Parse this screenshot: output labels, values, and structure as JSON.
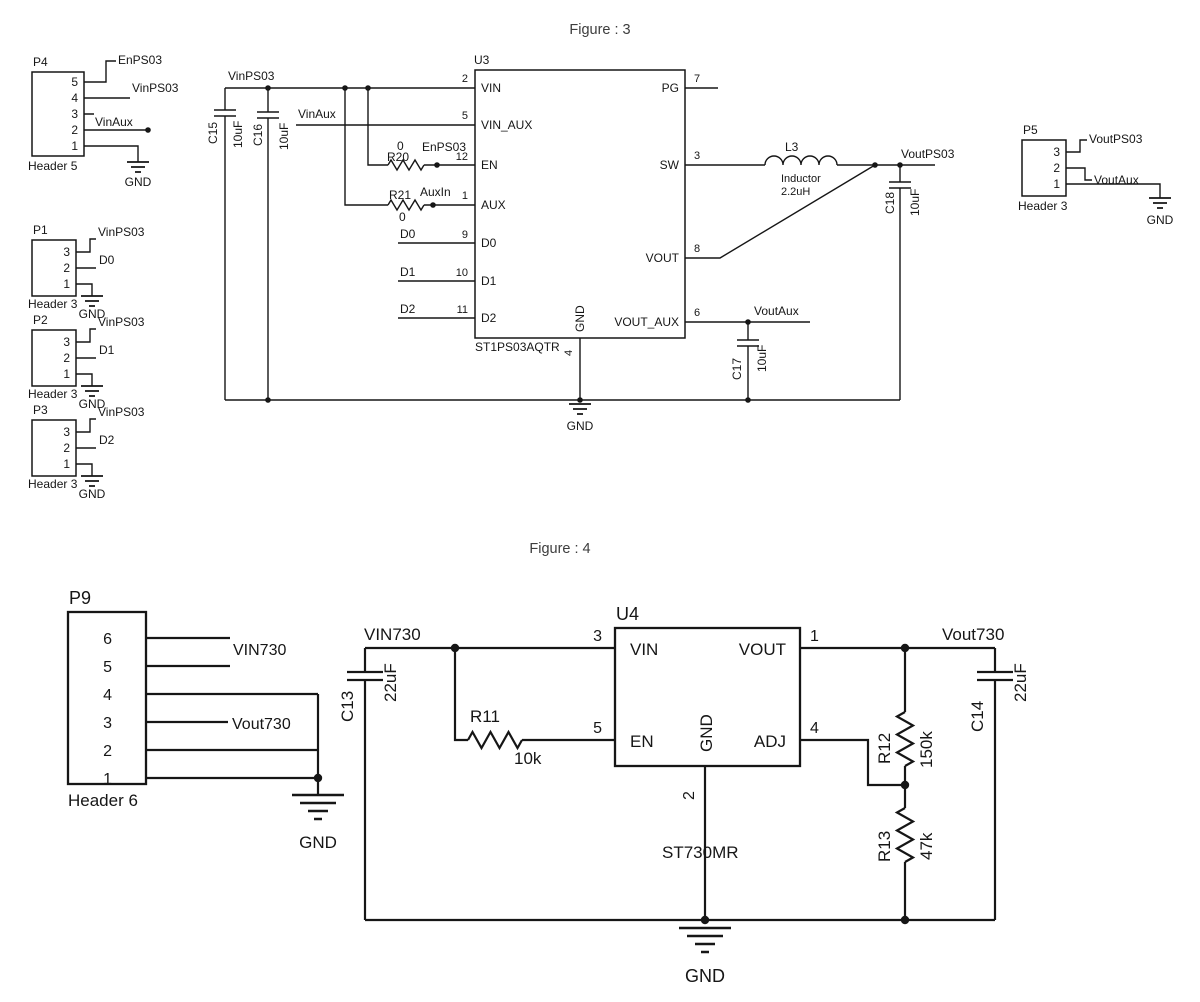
{
  "fig3": {
    "title": "Figure : 3",
    "nets": {
      "vinps03": "VinPS03",
      "vinaux": "VinAux",
      "enps03": "EnPS03",
      "auxin": "AuxIn",
      "d0": "D0",
      "d1": "D1",
      "d2": "D2",
      "voutps03": "VoutPS03",
      "voutaux": "VoutAux",
      "gnd": "GND"
    },
    "p4": {
      "ref": "P4",
      "type": "Header 5",
      "pins": [
        "5",
        "4",
        "3",
        "2",
        "1"
      ]
    },
    "p1": {
      "ref": "P1",
      "type": "Header 3",
      "pins": [
        "3",
        "2",
        "1"
      ]
    },
    "p2": {
      "ref": "P2",
      "type": "Header 3",
      "pins": [
        "3",
        "2",
        "1"
      ]
    },
    "p3": {
      "ref": "P3",
      "type": "Header 3",
      "pins": [
        "3",
        "2",
        "1"
      ]
    },
    "p5": {
      "ref": "P5",
      "type": "Header 3",
      "pins": [
        "3",
        "2",
        "1"
      ]
    },
    "u3": {
      "ref": "U3",
      "part": "ST1PS03AQTR",
      "pins": {
        "vin": {
          "name": "VIN",
          "num": "2"
        },
        "vin_aux": {
          "name": "VIN_AUX",
          "num": "5"
        },
        "en": {
          "name": "EN",
          "num": "12"
        },
        "aux": {
          "name": "AUX",
          "num": "1"
        },
        "d0": {
          "name": "D0",
          "num": "9"
        },
        "d1": {
          "name": "D1",
          "num": "10"
        },
        "d2": {
          "name": "D2",
          "num": "11"
        },
        "pg": {
          "name": "PG",
          "num": "7"
        },
        "sw": {
          "name": "SW",
          "num": "3"
        },
        "vout": {
          "name": "VOUT",
          "num": "8"
        },
        "vout_aux": {
          "name": "VOUT_AUX",
          "num": "6"
        },
        "gnd": {
          "name": "GND",
          "num": "4"
        }
      }
    },
    "c15": {
      "ref": "C15",
      "value": "10uF"
    },
    "c16": {
      "ref": "C16",
      "value": "10uF"
    },
    "c17": {
      "ref": "C17",
      "value": "10uF"
    },
    "c18": {
      "ref": "C18",
      "value": "10uF"
    },
    "r20": {
      "ref": "R20",
      "value": "0"
    },
    "r21": {
      "ref": "R21",
      "value": "0"
    },
    "l3": {
      "ref": "L3",
      "desc": "Inductor",
      "value": "2.2uH"
    }
  },
  "fig4": {
    "title": "Figure : 4",
    "nets": {
      "vin730": "VIN730",
      "vout730": "Vout730",
      "gnd": "GND"
    },
    "p9": {
      "ref": "P9",
      "type": "Header 6",
      "pins": [
        "6",
        "5",
        "4",
        "3",
        "2",
        "1"
      ]
    },
    "u4": {
      "ref": "U4",
      "part": "ST730MR",
      "pins": {
        "vin": {
          "name": "VIN",
          "num": "3"
        },
        "en": {
          "name": "EN",
          "num": "5"
        },
        "vout": {
          "name": "VOUT",
          "num": "1"
        },
        "adj": {
          "name": "ADJ",
          "num": "4"
        },
        "gnd": {
          "name": "GND",
          "num": "2"
        }
      }
    },
    "c13": {
      "ref": "C13",
      "value": "22uF"
    },
    "c14": {
      "ref": "C14",
      "value": "22uF"
    },
    "r11": {
      "ref": "R11",
      "value": "10k"
    },
    "r12": {
      "ref": "R12",
      "value": "150k"
    },
    "r13": {
      "ref": "R13",
      "value": "47k"
    }
  }
}
